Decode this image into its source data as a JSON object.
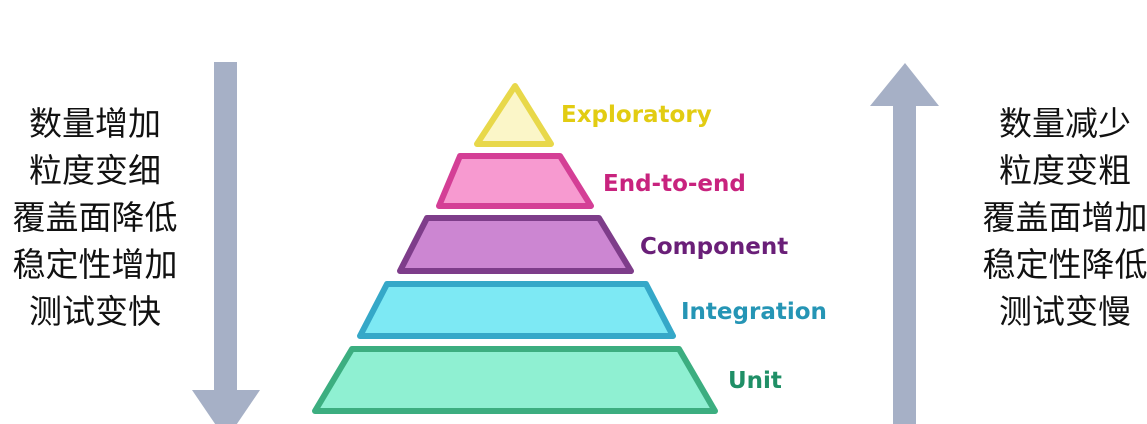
{
  "left_list": [
    "数量增加",
    "粒度变细",
    "覆盖面降低",
    "稳定性增加",
    "测试变快"
  ],
  "right_list": [
    "数量减少",
    "粒度变粗",
    "覆盖面增加",
    "稳定性降低",
    "测试变慢"
  ],
  "pyramid": [
    {
      "label": "Exploratory",
      "fill": "#fbf6c8",
      "stroke": "#e8d84a",
      "text": "#e2cc12"
    },
    {
      "label": "End-to-end",
      "fill": "#f79ad0",
      "stroke": "#d43f96",
      "text": "#c8237e"
    },
    {
      "label": "Component",
      "fill": "#cc86d2",
      "stroke": "#7e3d8a",
      "text": "#6a1f78"
    },
    {
      "label": "Integration",
      "fill": "#7de9f4",
      "stroke": "#35a8c8",
      "text": "#2595b5"
    },
    {
      "label": "Unit",
      "fill": "#8ff0d2",
      "stroke": "#3cae80",
      "text": "#1f8f66"
    }
  ],
  "arrow_color": "#a6b0c6"
}
